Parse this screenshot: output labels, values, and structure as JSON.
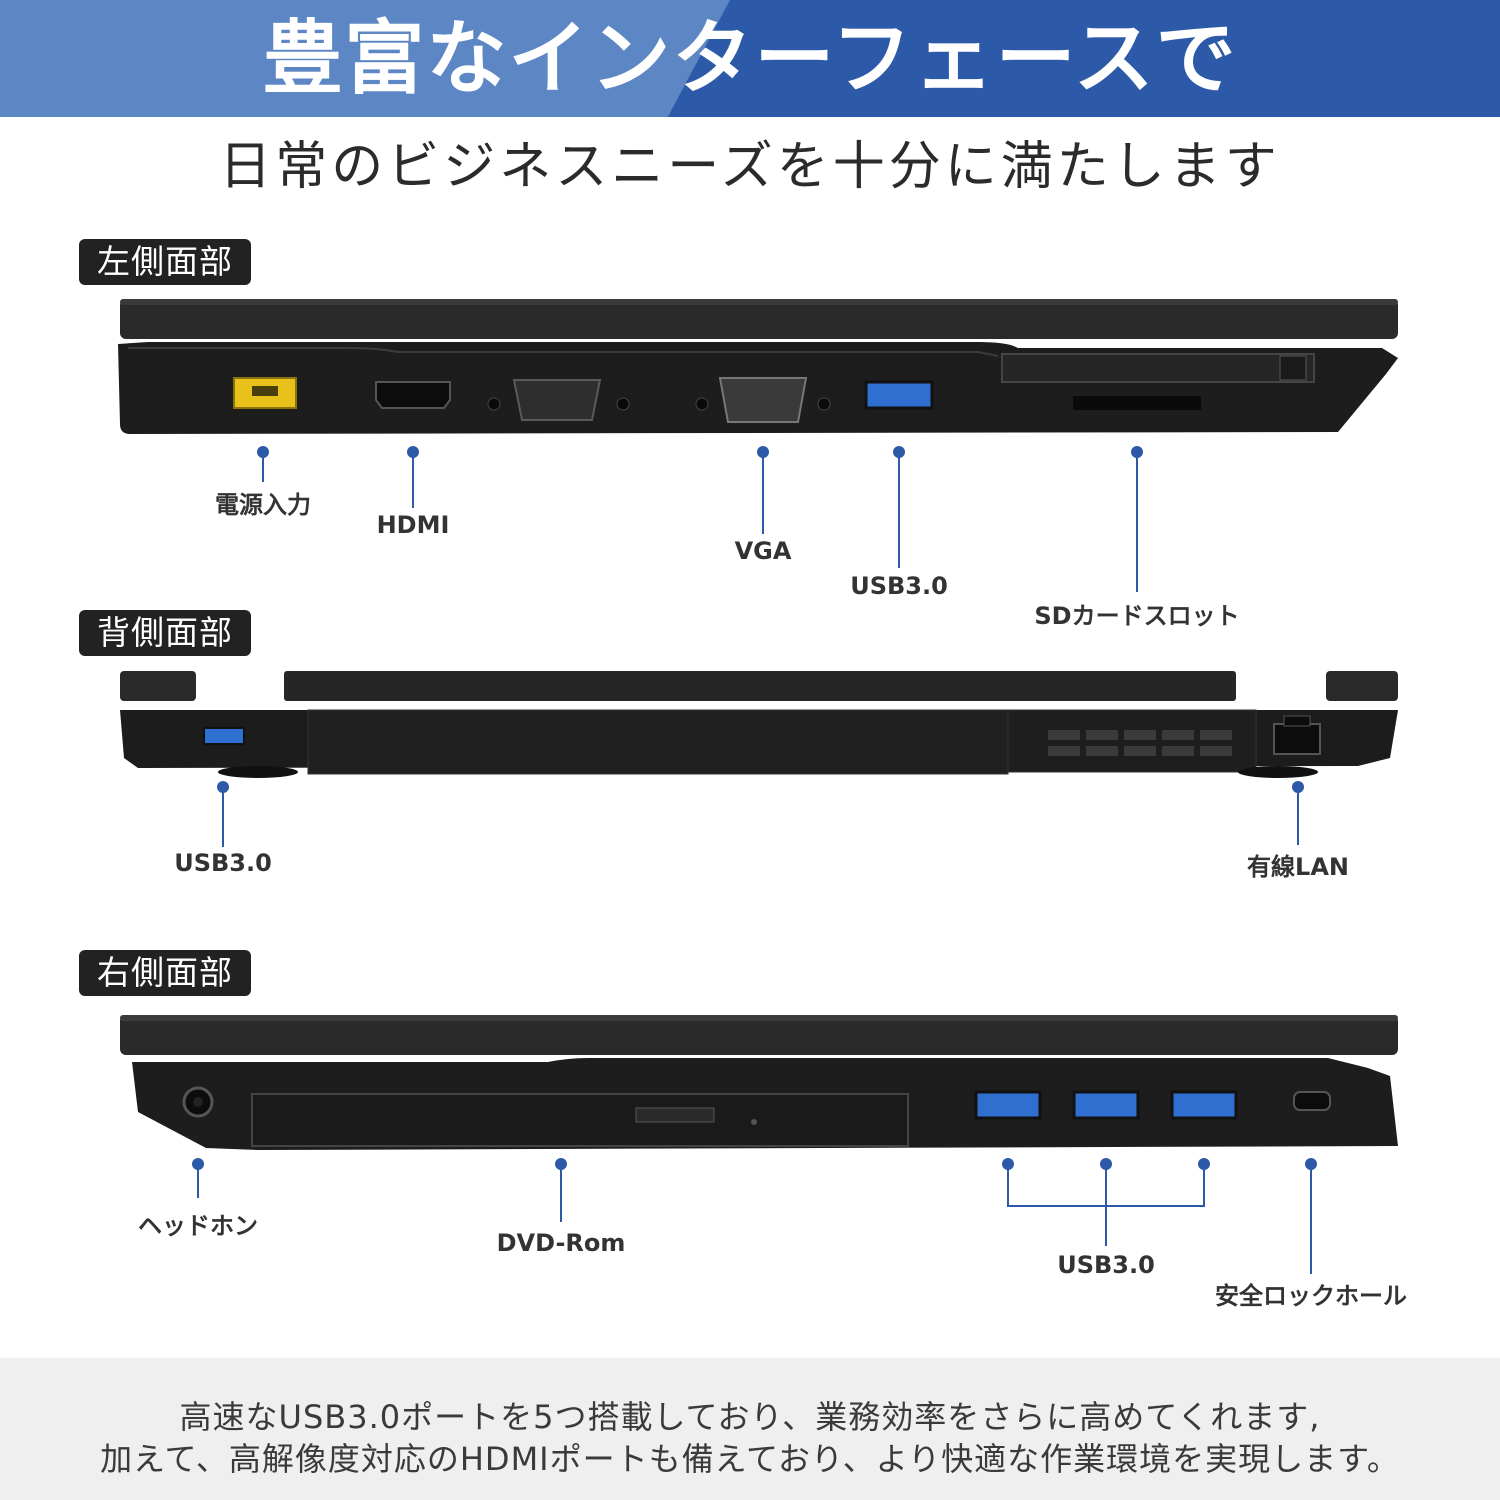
{
  "header": {
    "title": "豊富なインターフェースで",
    "subtitle": "日常のビジネスニーズを十分に満たします"
  },
  "sections": {
    "left": {
      "label": "左側面部",
      "callouts": [
        "電源入力",
        "HDMI",
        "VGA",
        "USB3.0",
        "SDカードスロット"
      ]
    },
    "back": {
      "label": "背側面部",
      "callouts": [
        "USB3.0",
        "有線LAN"
      ]
    },
    "right": {
      "label": "右側面部",
      "callouts": [
        "ヘッドホン",
        "DVD-Rom",
        "USB3.0",
        "安全ロックホール"
      ]
    }
  },
  "footer": {
    "line1": "高速なUSB3.0ポートを5つ搭載しており、業務効率をさらに高めてくれます,",
    "line2": "加えて、高解像度対応のHDMIポートも備えており、より快適な作業環境を実現します。"
  },
  "colors": {
    "accent": "#2c5aa8",
    "accent_light": "#5c86c4",
    "usb_port": "#2f6fd0",
    "power_port": "#e8c21a",
    "label_bg": "#222222"
  }
}
